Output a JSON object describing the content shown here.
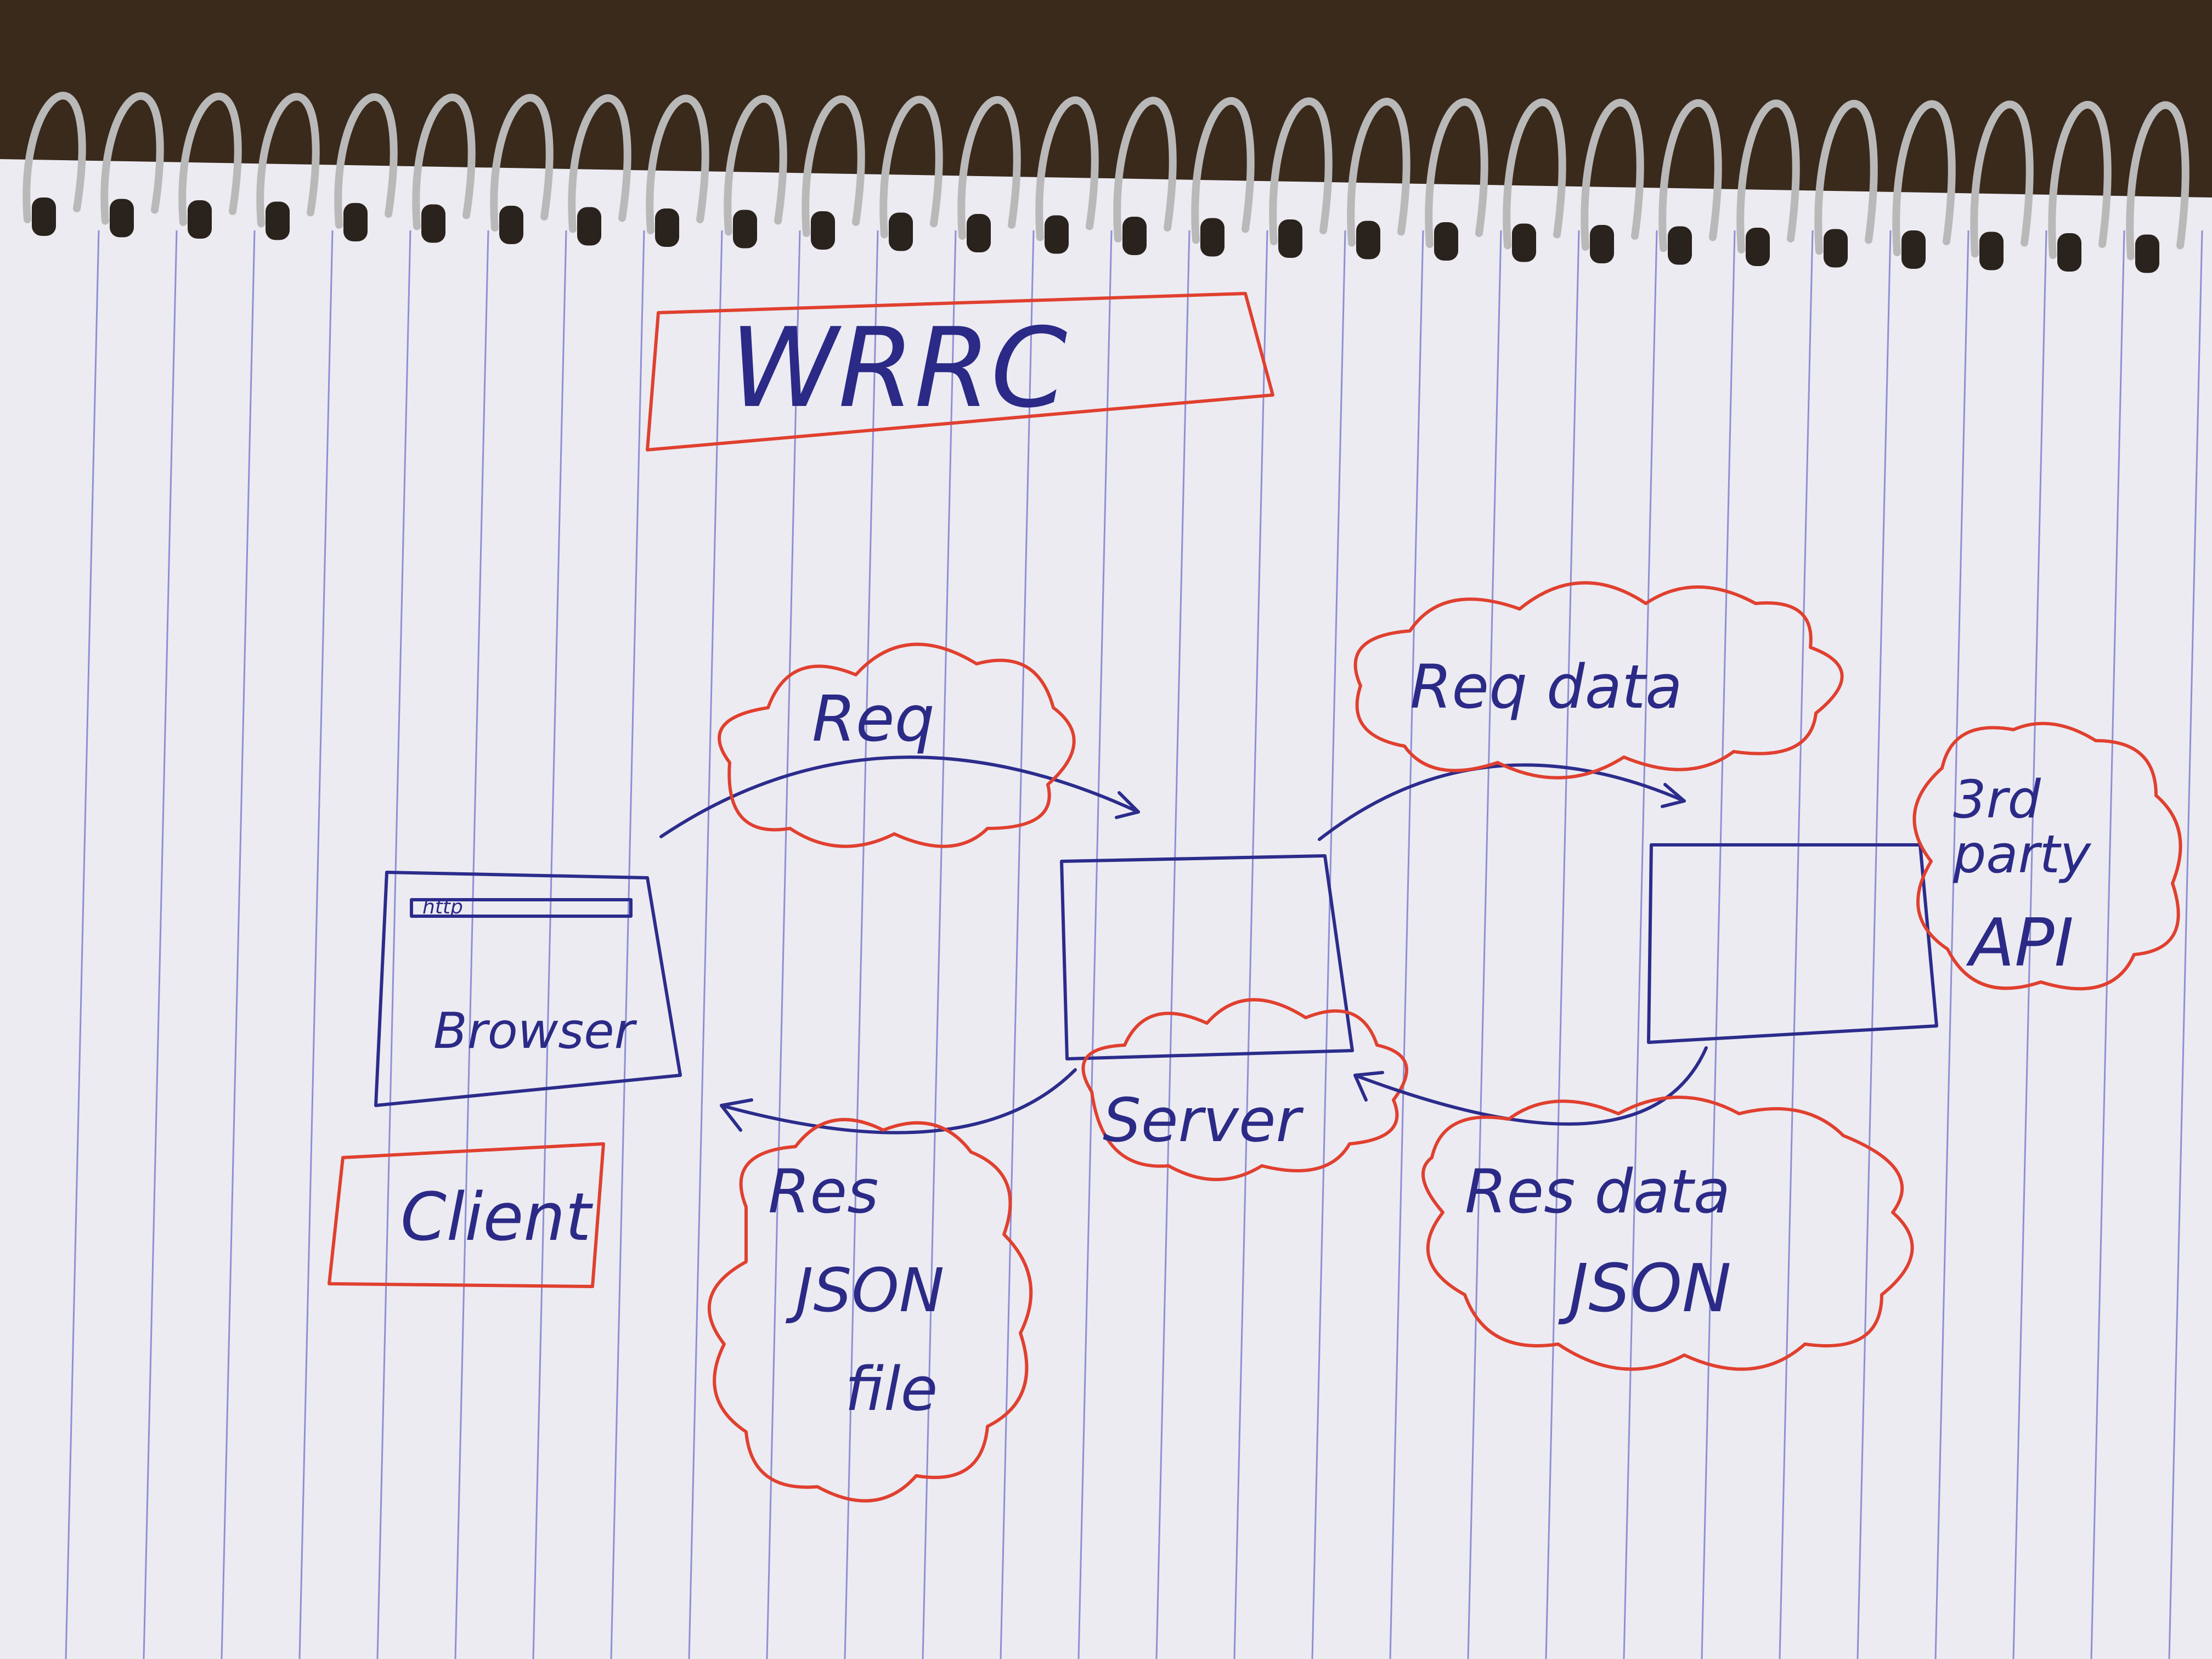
{
  "title": "WRRC",
  "nodes": {
    "browser": {
      "label": "Browser",
      "url_text": "http"
    },
    "client": {
      "label": "Client"
    },
    "server": {
      "label": "Server"
    },
    "api": {
      "label_line1": "3rd",
      "label_line2": "party",
      "label_line3": "API"
    }
  },
  "edges": {
    "req": {
      "label": "Req"
    },
    "res": {
      "label_line1": "Res",
      "label_line2": "JSON",
      "label_line3": "file"
    },
    "req_data": {
      "label": "Req data"
    },
    "res_data": {
      "label_line1": "Res data",
      "label_line2": "JSON"
    }
  },
  "colors": {
    "blue_ink": "#2c2c8c",
    "red_ink": "#e0402f",
    "paper": "#ecebf2",
    "rule_line": "#8f8fd4"
  }
}
